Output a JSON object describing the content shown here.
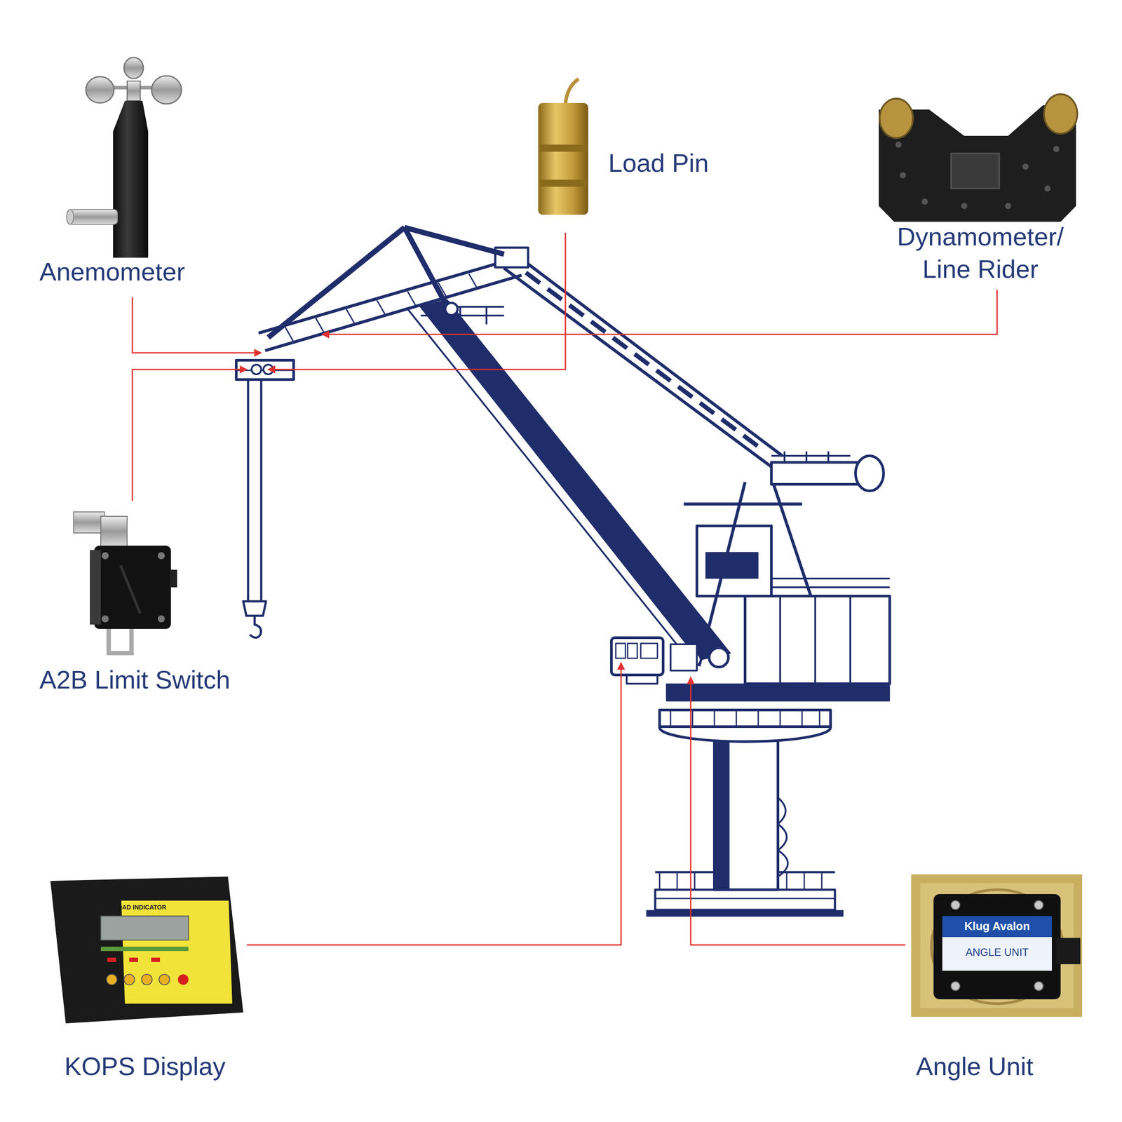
{
  "diagram": {
    "labels": [
      "Anemometer",
      "Load Pin",
      "Dynamometer/ Line Rider",
      "A2B Limit Switch",
      "KOPS Display",
      "Angle Unit",
      "SAFE LOAD INDICATOR",
      "Klug Avalon",
      "ANGLE UNIT"
    ]
  }
}
